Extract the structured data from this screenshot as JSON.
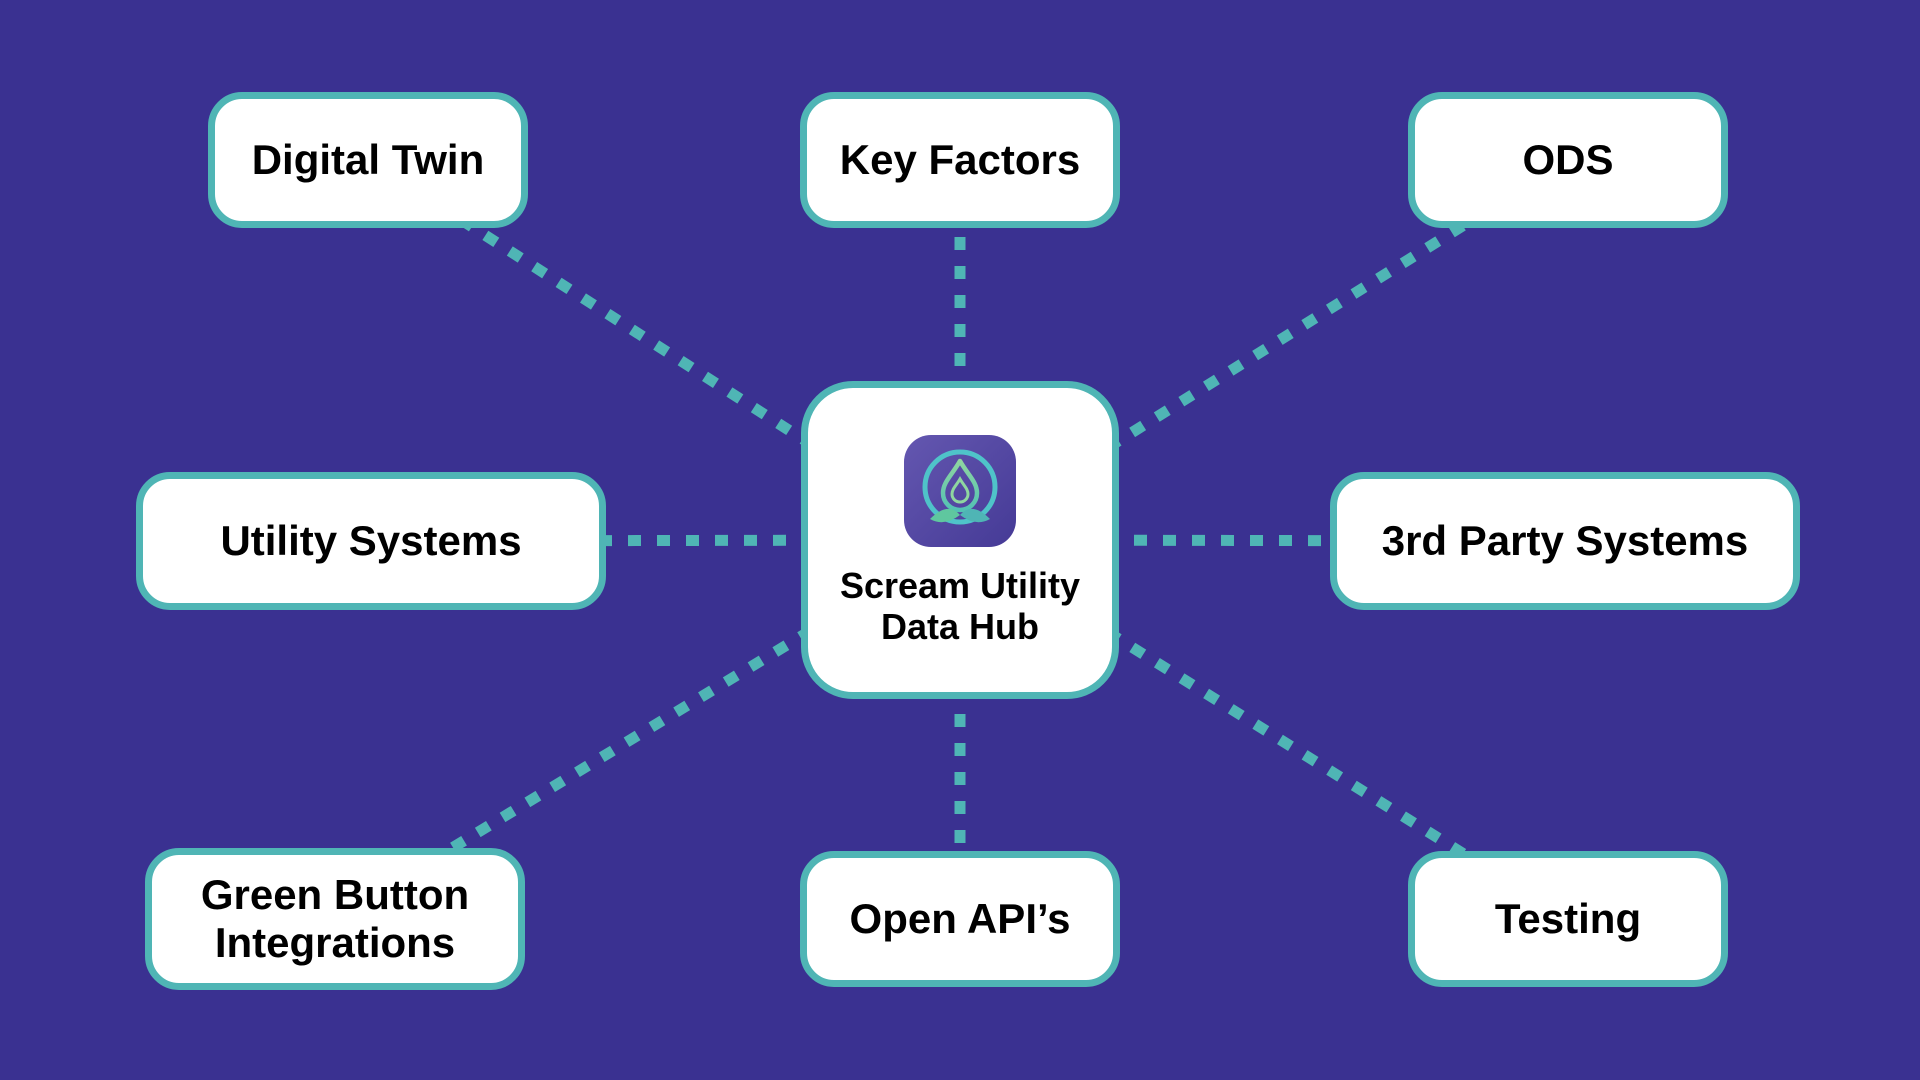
{
  "diagram": {
    "title": "Scream Utility Data Hub",
    "hub": {
      "label_line1": "Scream Utility",
      "label_line2": "Data Hub",
      "icon": "scream-logo-icon"
    },
    "nodes": [
      {
        "id": "digital-twin",
        "label": "Digital Twin"
      },
      {
        "id": "key-factors",
        "label": "Key Factors"
      },
      {
        "id": "ods",
        "label": "ODS"
      },
      {
        "id": "utility-systems",
        "label": "Utility Systems"
      },
      {
        "id": "third-party-systems",
        "label": "3rd Party Systems"
      },
      {
        "id": "green-button-integrations",
        "label": "Green Button Integrations"
      },
      {
        "id": "open-apis",
        "label": "Open API’s"
      },
      {
        "id": "testing",
        "label": "Testing"
      }
    ],
    "edges": [
      {
        "from": "hub",
        "to": "digital-twin"
      },
      {
        "from": "hub",
        "to": "key-factors"
      },
      {
        "from": "hub",
        "to": "ods"
      },
      {
        "from": "hub",
        "to": "utility-systems"
      },
      {
        "from": "hub",
        "to": "third-party-systems"
      },
      {
        "from": "hub",
        "to": "green-button-integrations"
      },
      {
        "from": "hub",
        "to": "open-apis"
      },
      {
        "from": "hub",
        "to": "testing"
      }
    ],
    "colors": {
      "background": "#3A3191",
      "accent_teal": "#4FB5B5",
      "box_fill": "#FFFFFF",
      "text": "#000000"
    }
  }
}
